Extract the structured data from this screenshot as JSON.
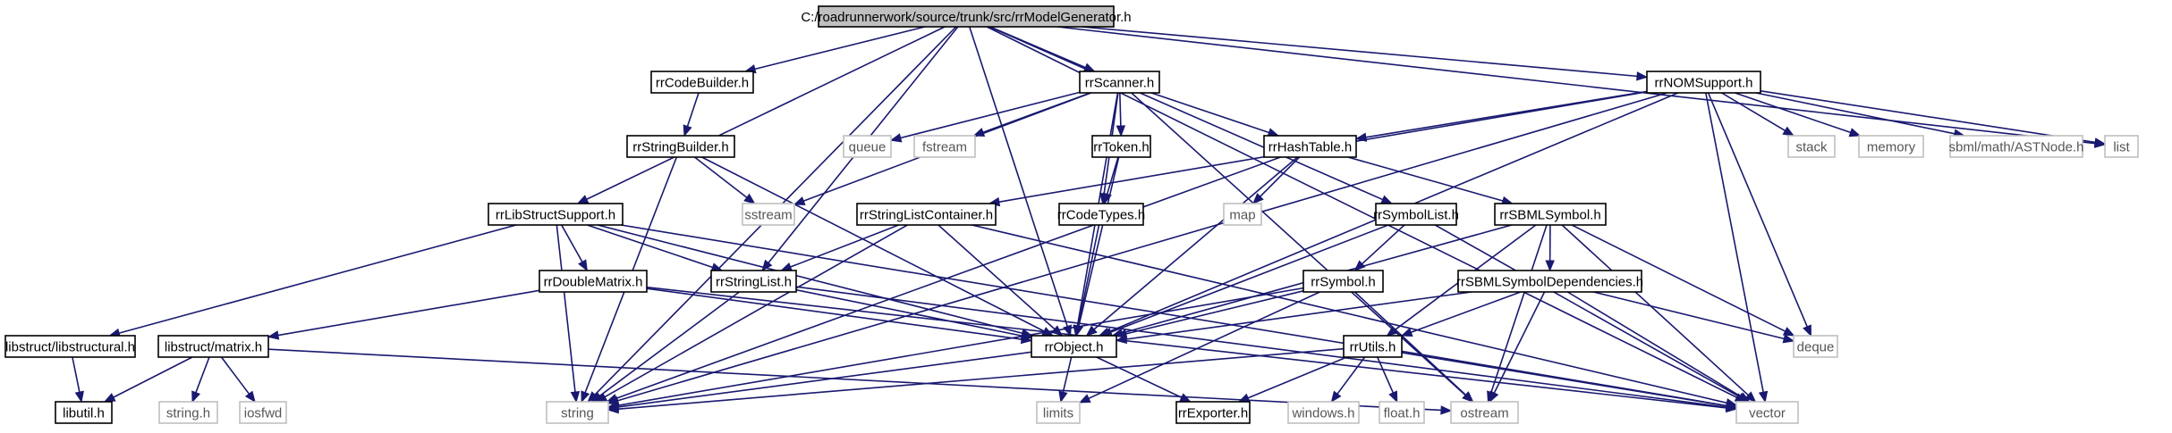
{
  "colors": {
    "edge": "#191970",
    "root_fill": "#bfbfbf",
    "node_border": "#000000",
    "system_border": "#bfbfbf",
    "system_text": "#555555"
  },
  "nodes": [
    {
      "id": "root",
      "label": "C:/roadrunnerwork/source/trunk/src/rrModelGenerator.h",
      "kind": "root"
    },
    {
      "id": "codebuilder",
      "label": "rrCodeBuilder.h",
      "kind": "local"
    },
    {
      "id": "scanner",
      "label": "rrScanner.h",
      "kind": "local"
    },
    {
      "id": "nomsupport",
      "label": "rrNOMSupport.h",
      "kind": "local"
    },
    {
      "id": "stringbuilder",
      "label": "rrStringBuilder.h",
      "kind": "local"
    },
    {
      "id": "queue",
      "label": "queue",
      "kind": "system"
    },
    {
      "id": "fstream",
      "label": "fstream",
      "kind": "system"
    },
    {
      "id": "token",
      "label": "rrToken.h",
      "kind": "local"
    },
    {
      "id": "hashtable",
      "label": "rrHashTable.h",
      "kind": "local"
    },
    {
      "id": "stack",
      "label": "stack",
      "kind": "system"
    },
    {
      "id": "memory",
      "label": "memory",
      "kind": "system"
    },
    {
      "id": "astnode",
      "label": "sbml/math/ASTNode.h",
      "kind": "system"
    },
    {
      "id": "list",
      "label": "list",
      "kind": "system"
    },
    {
      "id": "sstream",
      "label": "sstream",
      "kind": "system"
    },
    {
      "id": "map",
      "label": "map",
      "kind": "system"
    },
    {
      "id": "libstructsupport",
      "label": "rrLibStructSupport.h",
      "kind": "local"
    },
    {
      "id": "stringlistcontainer",
      "label": "rrStringListContainer.h",
      "kind": "local"
    },
    {
      "id": "codetypes",
      "label": "rrCodeTypes.h",
      "kind": "local"
    },
    {
      "id": "symbollist",
      "label": "rrSymbolList.h",
      "kind": "local"
    },
    {
      "id": "sbmlsymbol",
      "label": "rrSBMLSymbol.h",
      "kind": "local"
    },
    {
      "id": "doublematrix",
      "label": "rrDoubleMatrix.h",
      "kind": "local"
    },
    {
      "id": "stringlist",
      "label": "rrStringList.h",
      "kind": "local"
    },
    {
      "id": "symbol",
      "label": "rrSymbol.h",
      "kind": "local"
    },
    {
      "id": "sbmlsymboldeps",
      "label": "rrSBMLSymbolDependencies.h",
      "kind": "local"
    },
    {
      "id": "libstructural",
      "label": "libstruct/libstructural.h",
      "kind": "local"
    },
    {
      "id": "matrix",
      "label": "libstruct/matrix.h",
      "kind": "local"
    },
    {
      "id": "object",
      "label": "rrObject.h",
      "kind": "local"
    },
    {
      "id": "deque",
      "label": "deque",
      "kind": "system"
    },
    {
      "id": "utils",
      "label": "rrUtils.h",
      "kind": "local"
    },
    {
      "id": "libutil",
      "label": "libutil.h",
      "kind": "local"
    },
    {
      "id": "stringh",
      "label": "string.h",
      "kind": "system"
    },
    {
      "id": "iosfwd",
      "label": "iosfwd",
      "kind": "system"
    },
    {
      "id": "string",
      "label": "string",
      "kind": "system"
    },
    {
      "id": "limits",
      "label": "limits",
      "kind": "system"
    },
    {
      "id": "exporter",
      "label": "rrExporter.h",
      "kind": "local"
    },
    {
      "id": "windowsh",
      "label": "windows.h",
      "kind": "system"
    },
    {
      "id": "floath",
      "label": "float.h",
      "kind": "system"
    },
    {
      "id": "ostream",
      "label": "ostream",
      "kind": "system"
    },
    {
      "id": "vector",
      "label": "vector",
      "kind": "system"
    }
  ],
  "edges": [
    [
      "root",
      "codebuilder"
    ],
    [
      "root",
      "scanner"
    ],
    [
      "root",
      "nomsupport"
    ],
    [
      "root",
      "libstructsupport"
    ],
    [
      "root",
      "stringlist"
    ],
    [
      "root",
      "object"
    ],
    [
      "root",
      "symbollist"
    ],
    [
      "root",
      "list"
    ],
    [
      "root",
      "string"
    ],
    [
      "root",
      "vector"
    ],
    [
      "codebuilder",
      "stringbuilder"
    ],
    [
      "stringbuilder",
      "sstream"
    ],
    [
      "stringbuilder",
      "string"
    ],
    [
      "stringbuilder",
      "object"
    ],
    [
      "scanner",
      "queue"
    ],
    [
      "scanner",
      "fstream"
    ],
    [
      "scanner",
      "token"
    ],
    [
      "scanner",
      "hashtable"
    ],
    [
      "scanner",
      "sstream"
    ],
    [
      "scanner",
      "codetypes"
    ],
    [
      "scanner",
      "object"
    ],
    [
      "scanner",
      "ostream"
    ],
    [
      "token",
      "codetypes"
    ],
    [
      "token",
      "object"
    ],
    [
      "codetypes",
      "object"
    ],
    [
      "nomsupport",
      "stack"
    ],
    [
      "nomsupport",
      "memory"
    ],
    [
      "nomsupport",
      "astnode"
    ],
    [
      "nomsupport",
      "list"
    ],
    [
      "nomsupport",
      "hashtable"
    ],
    [
      "nomsupport",
      "stringlistcontainer"
    ],
    [
      "nomsupport",
      "object"
    ],
    [
      "nomsupport",
      "string"
    ],
    [
      "nomsupport",
      "deque"
    ],
    [
      "nomsupport",
      "vector"
    ],
    [
      "hashtable",
      "map"
    ],
    [
      "hashtable",
      "sbmlsymbol"
    ],
    [
      "hashtable",
      "object"
    ],
    [
      "hashtable",
      "string"
    ],
    [
      "libstructsupport",
      "libstructural"
    ],
    [
      "libstructsupport",
      "doublematrix"
    ],
    [
      "libstructsupport",
      "stringlist"
    ],
    [
      "libstructsupport",
      "object"
    ],
    [
      "libstructsupport",
      "string"
    ],
    [
      "libstructsupport",
      "vector"
    ],
    [
      "stringlistcontainer",
      "stringlist"
    ],
    [
      "stringlistcontainer",
      "object"
    ],
    [
      "stringlistcontainer",
      "string"
    ],
    [
      "stringlistcontainer",
      "vector"
    ],
    [
      "symbollist",
      "symbol"
    ],
    [
      "symbollist",
      "object"
    ],
    [
      "symbollist",
      "vector"
    ],
    [
      "sbmlsymbol",
      "sbmlsymboldeps"
    ],
    [
      "sbmlsymbol",
      "utils"
    ],
    [
      "sbmlsymbol",
      "object"
    ],
    [
      "sbmlsymbol",
      "deque"
    ],
    [
      "sbmlsymbol",
      "vector"
    ],
    [
      "sbmlsymbol",
      "ostream"
    ],
    [
      "sbmlsymboldeps",
      "object"
    ],
    [
      "sbmlsymboldeps",
      "utils"
    ],
    [
      "sbmlsymboldeps",
      "deque"
    ],
    [
      "sbmlsymboldeps",
      "ostream"
    ],
    [
      "sbmlsymboldeps",
      "vector"
    ],
    [
      "doublematrix",
      "matrix"
    ],
    [
      "doublematrix",
      "object"
    ],
    [
      "doublematrix",
      "vector"
    ],
    [
      "stringlist",
      "object"
    ],
    [
      "stringlist",
      "string"
    ],
    [
      "stringlist",
      "vector"
    ],
    [
      "symbol",
      "object"
    ],
    [
      "symbol",
      "string"
    ],
    [
      "symbol",
      "limits"
    ],
    [
      "symbol",
      "ostream"
    ],
    [
      "libstructural",
      "libutil"
    ],
    [
      "matrix",
      "libutil"
    ],
    [
      "matrix",
      "stringh"
    ],
    [
      "matrix",
      "iosfwd"
    ],
    [
      "matrix",
      "ostream"
    ],
    [
      "object",
      "string"
    ],
    [
      "object",
      "limits"
    ],
    [
      "object",
      "exporter"
    ],
    [
      "utils",
      "string"
    ],
    [
      "utils",
      "exporter"
    ],
    [
      "utils",
      "windowsh"
    ],
    [
      "utils",
      "floath"
    ],
    [
      "utils",
      "vector"
    ]
  ]
}
